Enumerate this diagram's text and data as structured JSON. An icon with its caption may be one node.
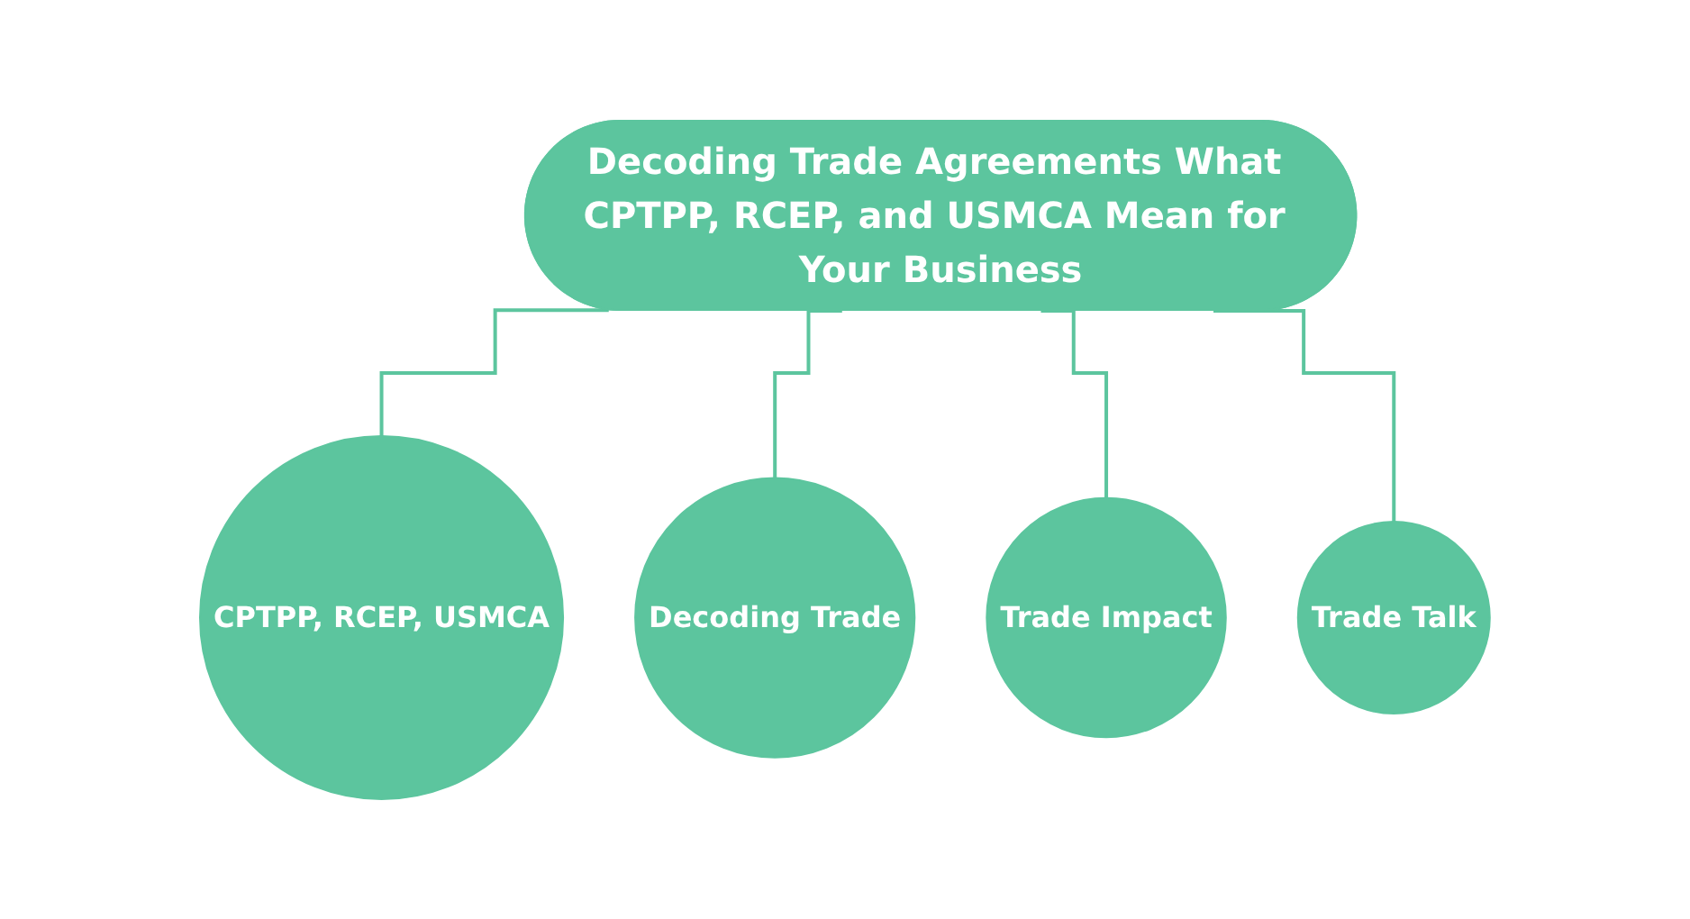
{
  "diagram": {
    "nodes": [
      {
        "text": [
          "Decoding Trade Agreements What CPTPP, RCEP, and USMCA Mean for Your Business"
        ]
      },
      {
        "text": [
          "CPTPP, RCEP, USMCA"
        ]
      },
      {
        "text": [
          "Decoding Trade"
        ]
      },
      {
        "text": [
          "Trade Impact"
        ]
      },
      {
        "text": [
          "Trade Talk"
        ]
      }
    ],
    "edges": [
      {
        "from": 0,
        "to": 1,
        "arrow": "none"
      },
      {
        "from": 0,
        "to": 2,
        "arrow": "none"
      },
      {
        "from": 0,
        "to": 3,
        "arrow": "none"
      },
      {
        "from": 0,
        "to": 4,
        "arrow": "none"
      }
    ]
  }
}
